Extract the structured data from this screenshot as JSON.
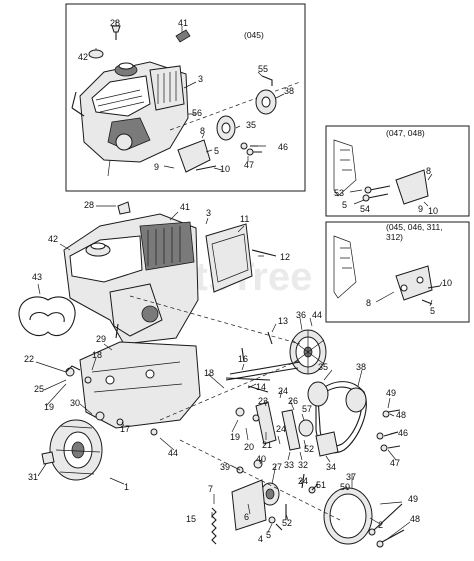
{
  "watermark": "PartsTree",
  "panels": {
    "top": {
      "caption": "(045)"
    },
    "right_upper": {
      "caption": "(047, 048)"
    },
    "right_lower": {
      "caption_line1": "(045, 046, 311,",
      "caption_line2": "312)"
    }
  },
  "callouts": [
    {
      "id": "c28a",
      "text": "28"
    },
    {
      "id": "c41a",
      "text": "41"
    },
    {
      "id": "c42a",
      "text": "42"
    },
    {
      "id": "c3a",
      "text": "3"
    },
    {
      "id": "c55",
      "text": "55"
    },
    {
      "id": "c38a",
      "text": "38"
    },
    {
      "id": "c56",
      "text": "56"
    },
    {
      "id": "c35a",
      "text": "35"
    },
    {
      "id": "c8a",
      "text": "8"
    },
    {
      "id": "c5a",
      "text": "5"
    },
    {
      "id": "c46a",
      "text": "46"
    },
    {
      "id": "c9a",
      "text": "9"
    },
    {
      "id": "c10a",
      "text": "10"
    },
    {
      "id": "c47a",
      "text": "47"
    },
    {
      "id": "c8b",
      "text": "8"
    },
    {
      "id": "c53",
      "text": "53"
    },
    {
      "id": "c5b",
      "text": "5"
    },
    {
      "id": "c54",
      "text": "54"
    },
    {
      "id": "c9b",
      "text": "9"
    },
    {
      "id": "c10b",
      "text": "10"
    },
    {
      "id": "c10c",
      "text": "10"
    },
    {
      "id": "c8c",
      "text": "8"
    },
    {
      "id": "c5c",
      "text": "5"
    },
    {
      "id": "c28b",
      "text": "28"
    },
    {
      "id": "c41b",
      "text": "41"
    },
    {
      "id": "c3b",
      "text": "3"
    },
    {
      "id": "c11",
      "text": "11"
    },
    {
      "id": "c42b",
      "text": "42"
    },
    {
      "id": "c12",
      "text": "12"
    },
    {
      "id": "c43",
      "text": "43"
    },
    {
      "id": "c29",
      "text": "29"
    },
    {
      "id": "c13",
      "text": "13"
    },
    {
      "id": "c36",
      "text": "36"
    },
    {
      "id": "c44a",
      "text": "44"
    },
    {
      "id": "c22",
      "text": "22"
    },
    {
      "id": "c18a",
      "text": "18"
    },
    {
      "id": "c25",
      "text": "25"
    },
    {
      "id": "c19a",
      "text": "19"
    },
    {
      "id": "c16",
      "text": "16"
    },
    {
      "id": "c35b",
      "text": "35"
    },
    {
      "id": "c38b",
      "text": "38"
    },
    {
      "id": "c18b",
      "text": "18"
    },
    {
      "id": "c14",
      "text": "14"
    },
    {
      "id": "c24a",
      "text": "24"
    },
    {
      "id": "c49a",
      "text": "49"
    },
    {
      "id": "c30",
      "text": "30"
    },
    {
      "id": "c23",
      "text": "23"
    },
    {
      "id": "c26",
      "text": "26"
    },
    {
      "id": "c57",
      "text": "57"
    },
    {
      "id": "c48a",
      "text": "48"
    },
    {
      "id": "c19b",
      "text": "19"
    },
    {
      "id": "c21",
      "text": "21"
    },
    {
      "id": "c24b",
      "text": "24"
    },
    {
      "id": "c17",
      "text": "17"
    },
    {
      "id": "c20",
      "text": "20"
    },
    {
      "id": "c52a",
      "text": "52"
    },
    {
      "id": "c46b",
      "text": "46"
    },
    {
      "id": "c44b",
      "text": "44"
    },
    {
      "id": "c33",
      "text": "33"
    },
    {
      "id": "c32",
      "text": "32"
    },
    {
      "id": "c34",
      "text": "34"
    },
    {
      "id": "c47b",
      "text": "47"
    },
    {
      "id": "c31",
      "text": "31"
    },
    {
      "id": "c1",
      "text": "1"
    },
    {
      "id": "c39",
      "text": "39"
    },
    {
      "id": "c40",
      "text": "40"
    },
    {
      "id": "c27",
      "text": "27"
    },
    {
      "id": "c37",
      "text": "37"
    },
    {
      "id": "c24c",
      "text": "24"
    },
    {
      "id": "c51",
      "text": "51"
    },
    {
      "id": "c7",
      "text": "7"
    },
    {
      "id": "c50",
      "text": "50"
    },
    {
      "id": "c2",
      "text": "2"
    },
    {
      "id": "c6",
      "text": "6"
    },
    {
      "id": "c52b",
      "text": "52"
    },
    {
      "id": "c49b",
      "text": "49"
    },
    {
      "id": "c5d",
      "text": "5"
    },
    {
      "id": "c48b",
      "text": "48"
    },
    {
      "id": "c15",
      "text": "15"
    },
    {
      "id": "c4",
      "text": "4"
    }
  ]
}
